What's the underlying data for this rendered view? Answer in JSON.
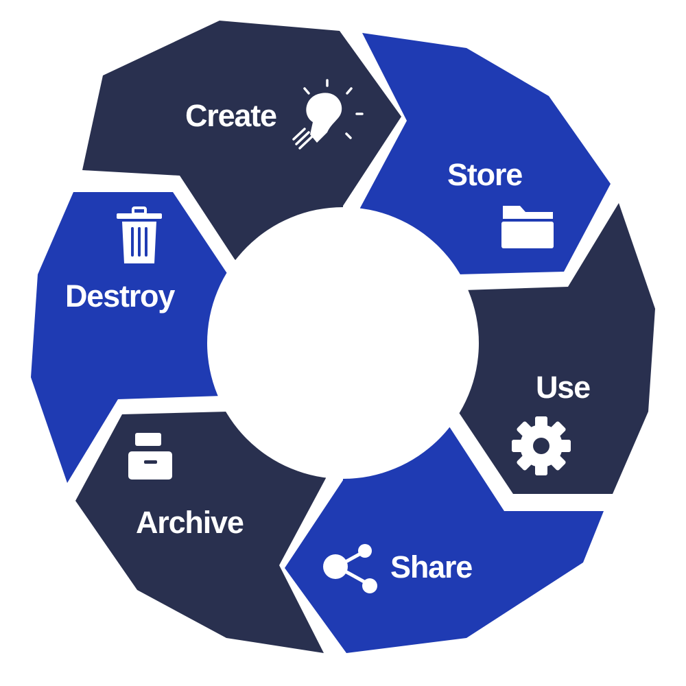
{
  "colors": {
    "dark": "#29304f",
    "blue": "#1f3bb3",
    "background": "#ffffff",
    "icon": "#ffffff"
  },
  "stages": [
    {
      "label": "Create",
      "icon": "lightbulb-icon",
      "color": "dark"
    },
    {
      "label": "Store",
      "icon": "folder-icon",
      "color": "blue"
    },
    {
      "label": "Use",
      "icon": "gear-icon",
      "color": "dark"
    },
    {
      "label": "Share",
      "icon": "share-icon",
      "color": "blue"
    },
    {
      "label": "Archive",
      "icon": "archive-box-icon",
      "color": "dark"
    },
    {
      "label": "Destroy",
      "icon": "trash-icon",
      "color": "blue"
    }
  ]
}
